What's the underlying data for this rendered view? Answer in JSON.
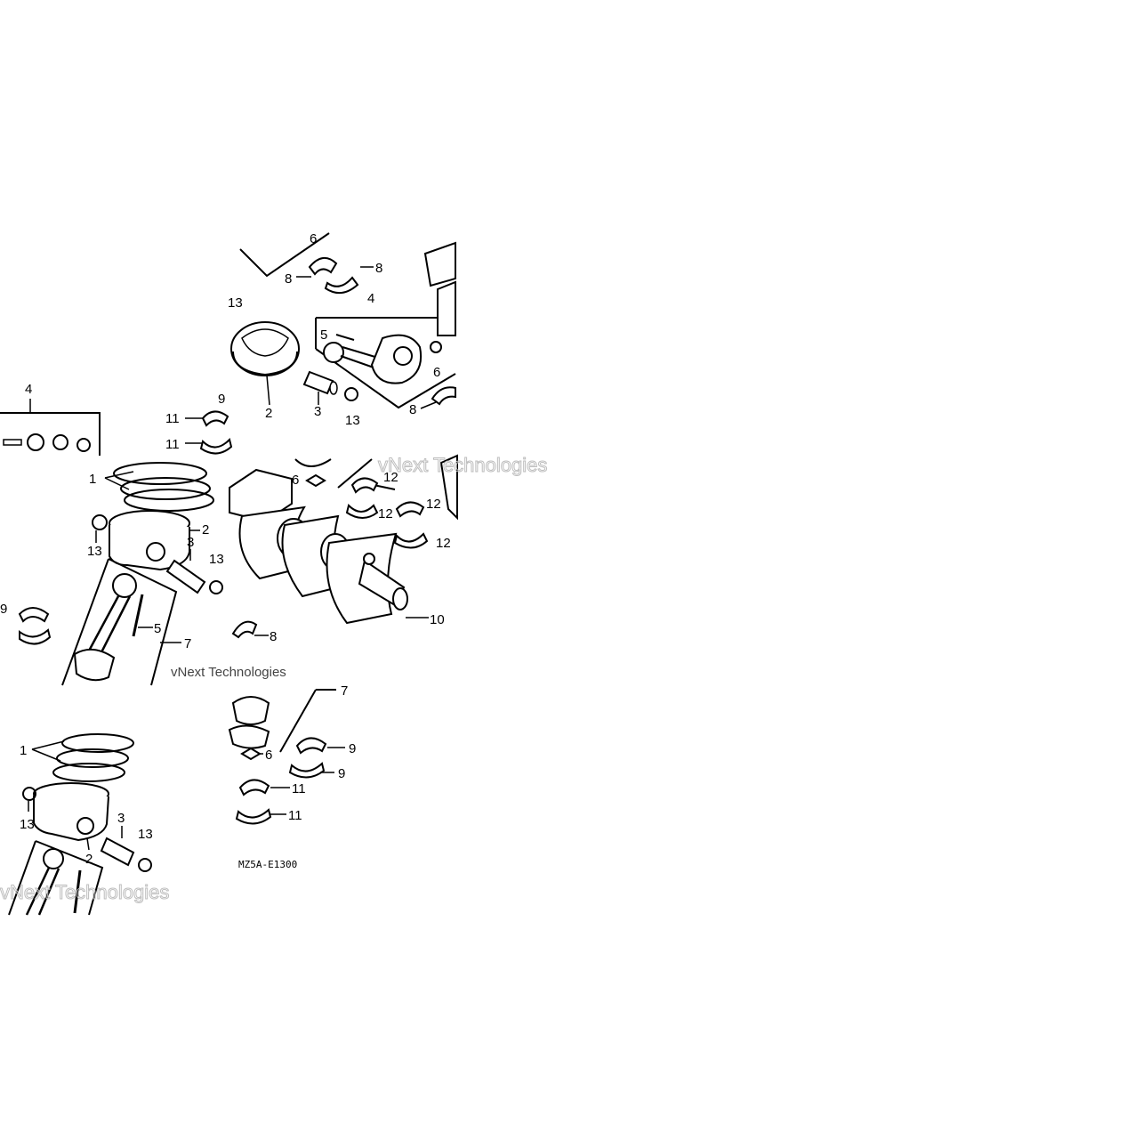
{
  "diagram": {
    "drawing_code": "MZ5A-E1300",
    "watermark_text": "vNext Technologies",
    "callouts": {
      "piston_rings": "1",
      "piston": "2",
      "piston_pin": "3",
      "connecting_rod_set": "4",
      "rod_bolt": "5",
      "rod_nut": "6",
      "connecting_rod_set_b": "7",
      "rod_bearing_a": "8",
      "rod_bearing_b": "9",
      "crankshaft": "10",
      "rod_bearing_c": "11",
      "main_bearing": "12",
      "pin_clip": "13"
    }
  },
  "colors": {
    "ink": "#000000",
    "background": "#ffffff",
    "watermark": "#bdbdbd"
  }
}
